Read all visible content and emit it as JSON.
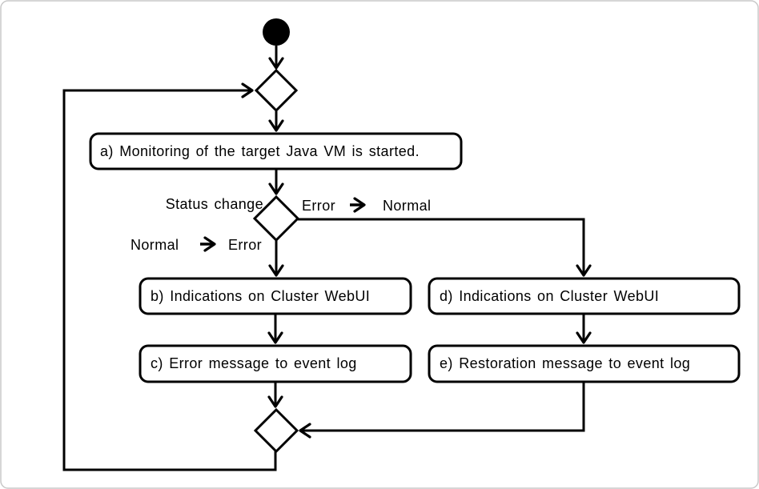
{
  "diagram": {
    "type": "uml-activity-flowchart",
    "colors": {
      "line": "#000000",
      "background": "#ffffff",
      "frame_border": "#c8c8c8"
    },
    "start_node": "initial-filled-circle",
    "decision": {
      "label": "Status change"
    },
    "transitions": {
      "error_to_normal": {
        "from": "Error",
        "to": "Normal"
      },
      "normal_to_error": {
        "from": "Normal",
        "to": "Error"
      }
    },
    "activities": {
      "a": "a) Monitoring of the target Java VM is started.",
      "b": "b) Indications on Cluster WebUI",
      "c": "c) Error message to event log",
      "d": "d) Indications on Cluster WebUI",
      "e": "e) Restoration message to event log"
    }
  }
}
